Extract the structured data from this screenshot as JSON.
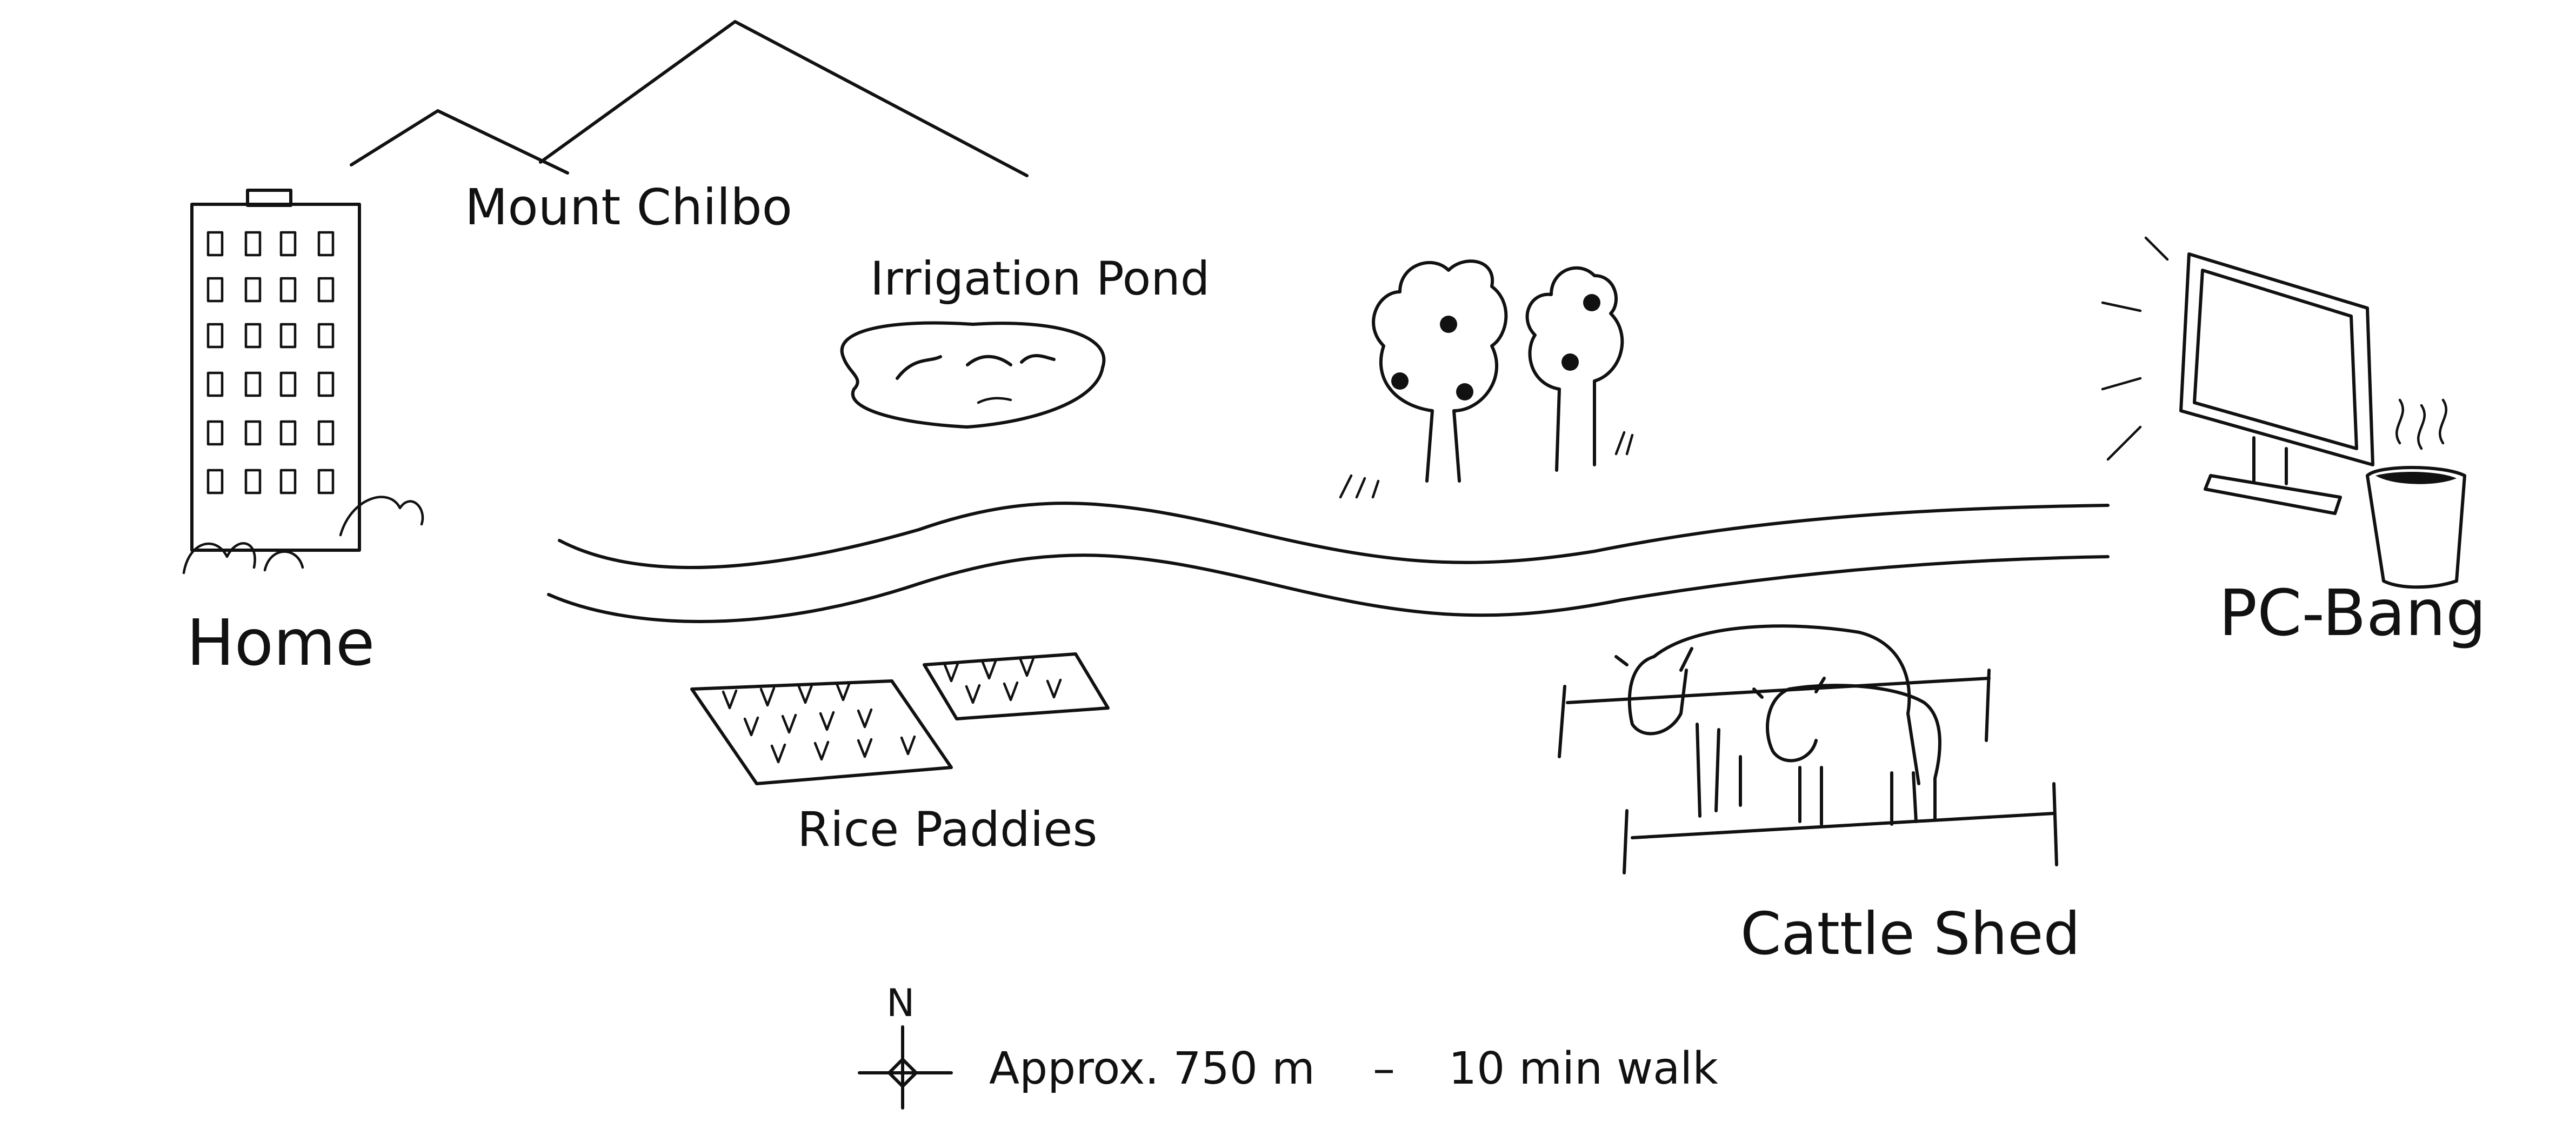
{
  "labels": {
    "home": "Home",
    "mountain": "Mount Chilbo",
    "pond": "Irrigation Pond",
    "rice": "Rice Paddies",
    "cattle": "Cattle Shed",
    "pcbang": "PC-Bang"
  },
  "compass": {
    "north": "N"
  },
  "scale": {
    "distance": "Approx. 750 m",
    "separator": "–",
    "time": "10 min walk"
  },
  "colors": {
    "ink": "#111111",
    "paper": "#ffffff"
  }
}
